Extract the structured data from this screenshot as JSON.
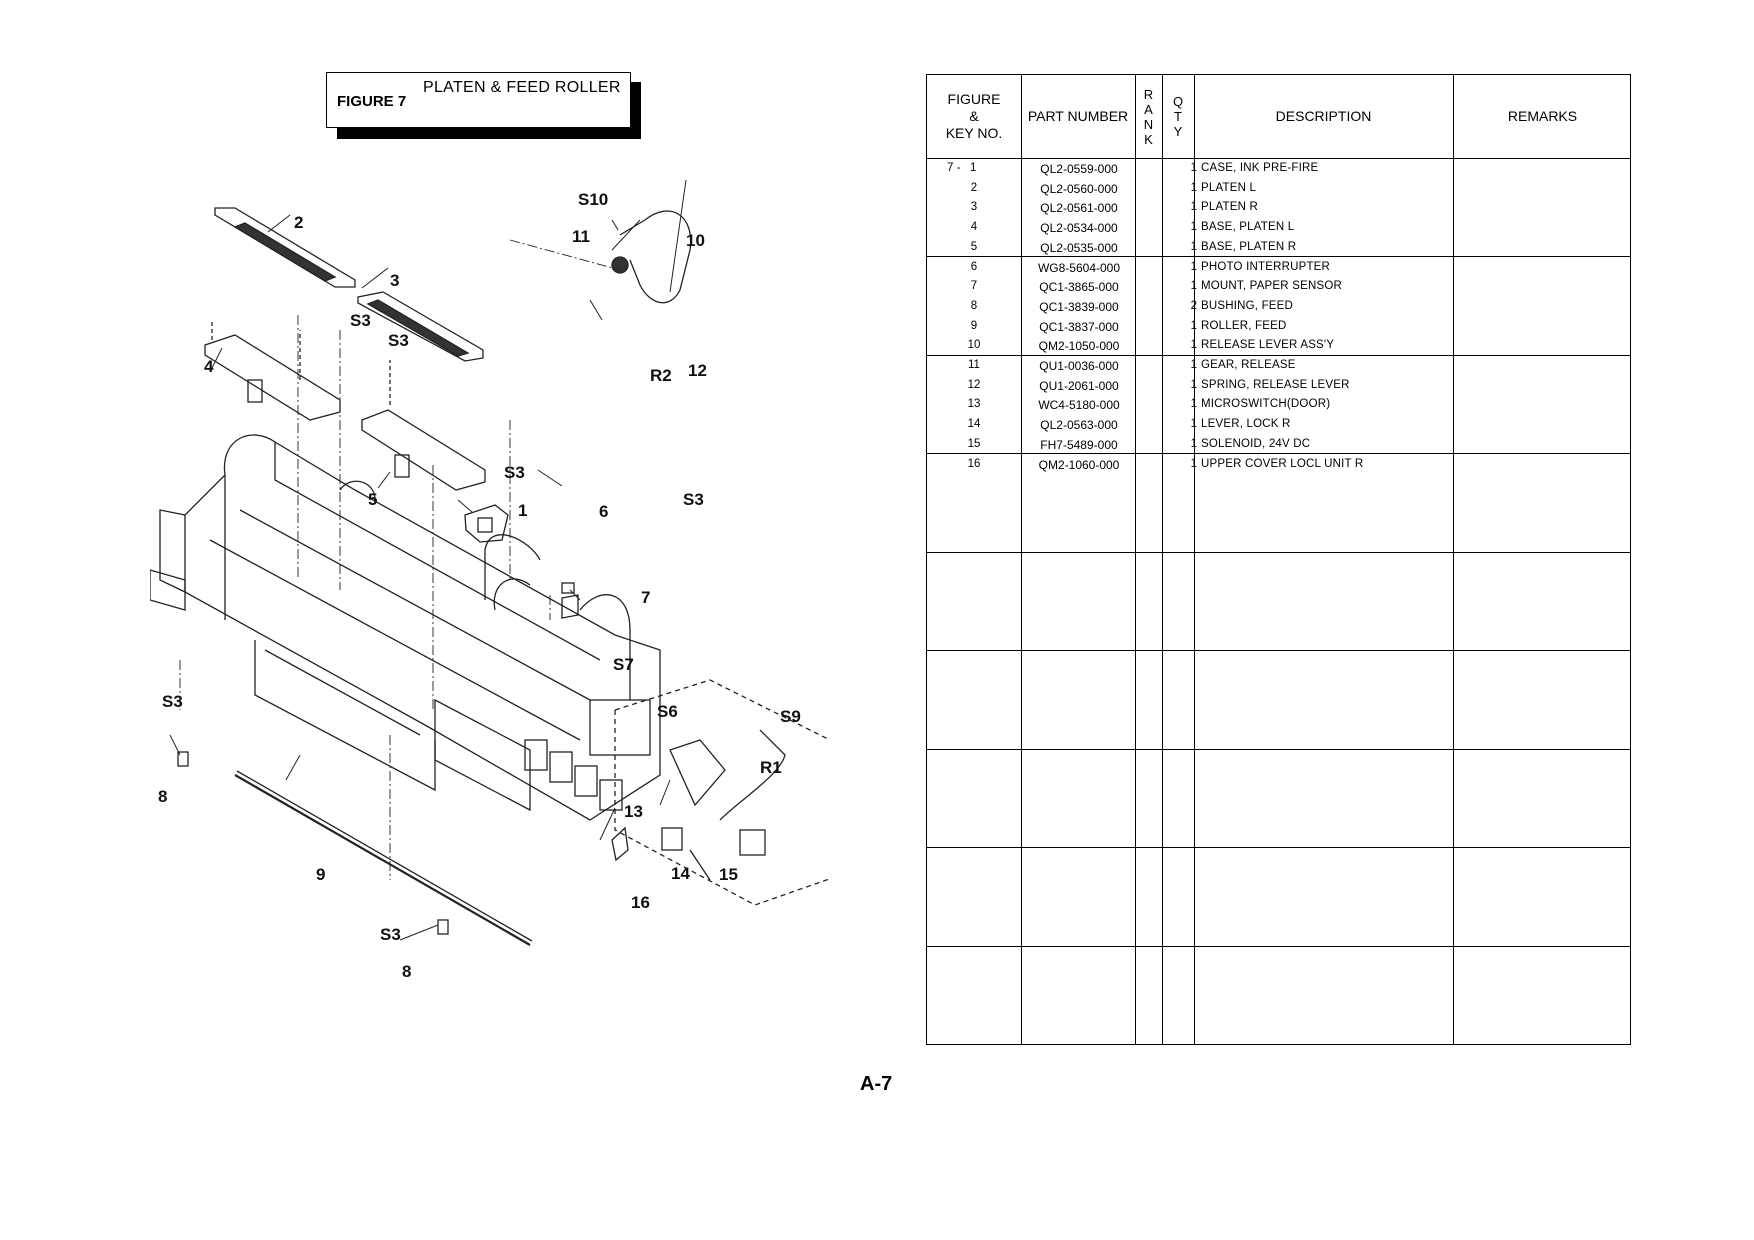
{
  "figure": {
    "number": "FIGURE 7",
    "title": "PLATEN & FEED ROLLER"
  },
  "callouts": {
    "c1": "1",
    "c2": "2",
    "c3": "3",
    "c4": "4",
    "c5": "5",
    "c6": "6",
    "c7": "7",
    "c8a": "8",
    "c8b": "8",
    "c9": "9",
    "c10": "10",
    "c11": "11",
    "c12": "12",
    "c13": "13",
    "c14": "14",
    "c15": "15",
    "c16": "16",
    "s3a": "S3",
    "s3b": "S3",
    "s3c": "S3",
    "s3d": "S3",
    "s3e": "S3",
    "s3f": "S3",
    "s6": "S6",
    "s7": "S7",
    "s9": "S9",
    "s10": "S10",
    "r1": "R1",
    "r2": "R2"
  },
  "table": {
    "headers": {
      "figure_key": [
        "FIGURE",
        "&",
        "KEY NO."
      ],
      "part_number": "PART NUMBER",
      "rank": [
        "R",
        "A",
        "N",
        "K"
      ],
      "qty": [
        "Q",
        "T",
        "Y"
      ],
      "description": "DESCRIPTION",
      "remarks": "REMARKS"
    },
    "rows": [
      {
        "key": "7 -   1",
        "part": "QL2-0559-000",
        "qty": "1",
        "desc": "CASE, INK PRE-FIRE"
      },
      {
        "key": "2",
        "part": "QL2-0560-000",
        "qty": "1",
        "desc": "PLATEN L"
      },
      {
        "key": "3",
        "part": "QL2-0561-000",
        "qty": "1",
        "desc": "PLATEN R"
      },
      {
        "key": "4",
        "part": "QL2-0534-000",
        "qty": "1",
        "desc": "BASE, PLATEN L"
      },
      {
        "key": "5",
        "part": "QL2-0535-000",
        "qty": "1",
        "desc": "BASE, PLATEN R"
      },
      {
        "key": "6",
        "part": "WG8-5604-000",
        "qty": "1",
        "desc": "PHOTO  INTERRUPTER"
      },
      {
        "key": "7",
        "part": "QC1-3865-000",
        "qty": "1",
        "desc": "MOUNT, PAPER SENSOR"
      },
      {
        "key": "8",
        "part": "QC1-3839-000",
        "qty": "2",
        "desc": "BUSHING, FEED"
      },
      {
        "key": "9",
        "part": "QC1-3837-000",
        "qty": "1",
        "desc": "ROLLER, FEED"
      },
      {
        "key": "10",
        "part": "QM2-1050-000",
        "qty": "1",
        "desc": "RELEASE LEVER ASS'Y"
      },
      {
        "key": "11",
        "part": "QU1-0036-000",
        "qty": "1",
        "desc": "GEAR, RELEASE"
      },
      {
        "key": "12",
        "part": "QU1-2061-000",
        "qty": "1",
        "desc": "SPRING, RELEASE LEVER"
      },
      {
        "key": "13",
        "part": "WC4-5180-000",
        "qty": "1",
        "desc": "MICROSWITCH(DOOR)"
      },
      {
        "key": "14",
        "part": "QL2-0563-000",
        "qty": "1",
        "desc": "LEVER, LOCK R"
      },
      {
        "key": "15",
        "part": "FH7-5489-000",
        "qty": "1",
        "desc": "SOLENOID, 24V DC"
      },
      {
        "key": "16",
        "part": "QM2-1060-000",
        "qty": "1",
        "desc": "UPPER COVER LOCL UNIT R"
      }
    ]
  },
  "page_number": "A-7"
}
